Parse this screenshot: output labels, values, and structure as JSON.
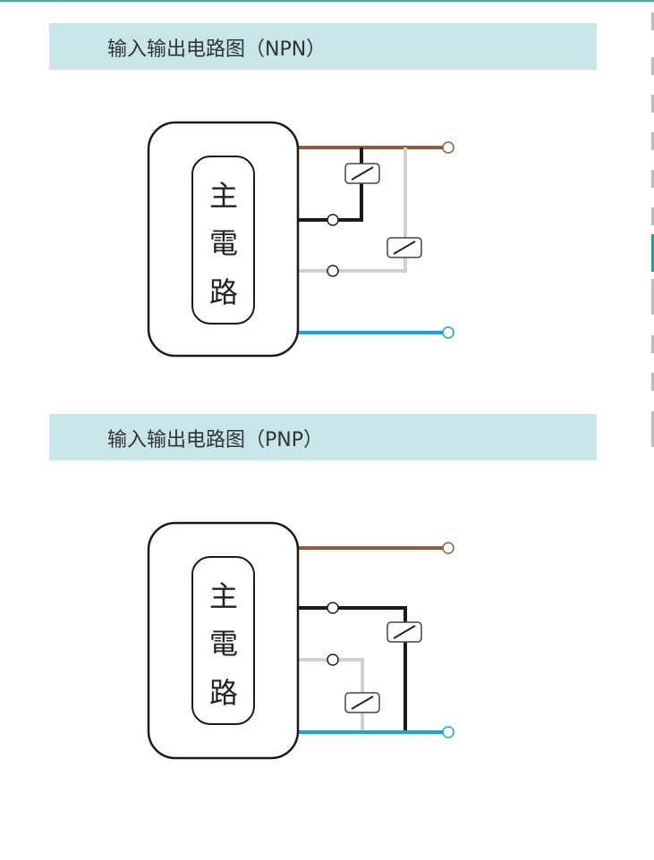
{
  "sections": [
    {
      "title": "输入输出电路图（NPN）",
      "circuit_chars": [
        "主",
        "電",
        "路"
      ]
    },
    {
      "title": "输入输出电路图（PNP）",
      "circuit_chars": [
        "主",
        "電",
        "路"
      ]
    }
  ],
  "colors": {
    "header_band": "#c8e6e8",
    "brown_wire": "#9a5a33",
    "black_wire": "#1a1a1a",
    "gray_wire": "#d0d0d0",
    "blue_wire": "#12a6e6",
    "accent": "#4aa9a9"
  }
}
